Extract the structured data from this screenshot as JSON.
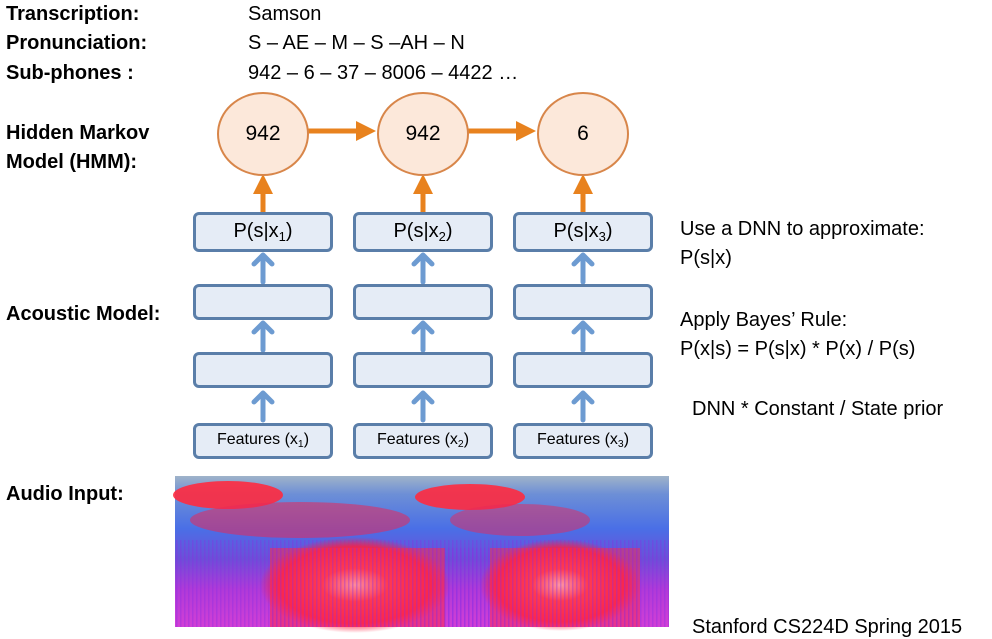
{
  "header": {
    "transcription_label": "Transcription:",
    "transcription_value": "Samson",
    "pronunciation_label": "Pronunciation:",
    "pronunciation_value": "S – AE – M – S –AH – N",
    "subphones_label": "Sub-phones :",
    "subphones_value": "942 – 6 – 37 – 8006 – 4422 …"
  },
  "labels": {
    "hmm_line1": "Hidden Markov",
    "hmm_line2": "Model (HMM):",
    "acoustic": "Acoustic Model:",
    "audio": "Audio Input:"
  },
  "hmm_states": [
    "942",
    "942",
    "6"
  ],
  "columns": [
    {
      "prob_prefix": "P(s|x",
      "prob_sub": "1",
      "prob_suffix": ")",
      "feat_prefix": "Features (x",
      "feat_sub": "1",
      "feat_suffix": ")"
    },
    {
      "prob_prefix": "P(s|x",
      "prob_sub": "2",
      "prob_suffix": ")",
      "feat_prefix": "Features (x",
      "feat_sub": "2",
      "feat_suffix": ")"
    },
    {
      "prob_prefix": "P(s|x",
      "prob_sub": "3",
      "prob_suffix": ")",
      "feat_prefix": "Features (x",
      "feat_sub": "3",
      "feat_suffix": ")"
    }
  ],
  "notes": {
    "dnn_line1": "Use a DNN to approximate:",
    "dnn_line2": "P(s|x)",
    "bayes_line1": "Apply Bayes’ Rule:",
    "bayes_line2": "P(x|s) = P(s|x) * P(x) / P(s)",
    "dnn_constant": "DNN * Constant / State prior"
  },
  "footer": "Stanford CS224D Spring 2015",
  "colors": {
    "hmm_arrow": "#e8821e",
    "node_fill": "#fce8da",
    "node_border": "#d8864a",
    "dnn_arrow": "#6d9bd1",
    "box_fill": "#e5ecf6",
    "box_border": "#5a7ea9"
  }
}
